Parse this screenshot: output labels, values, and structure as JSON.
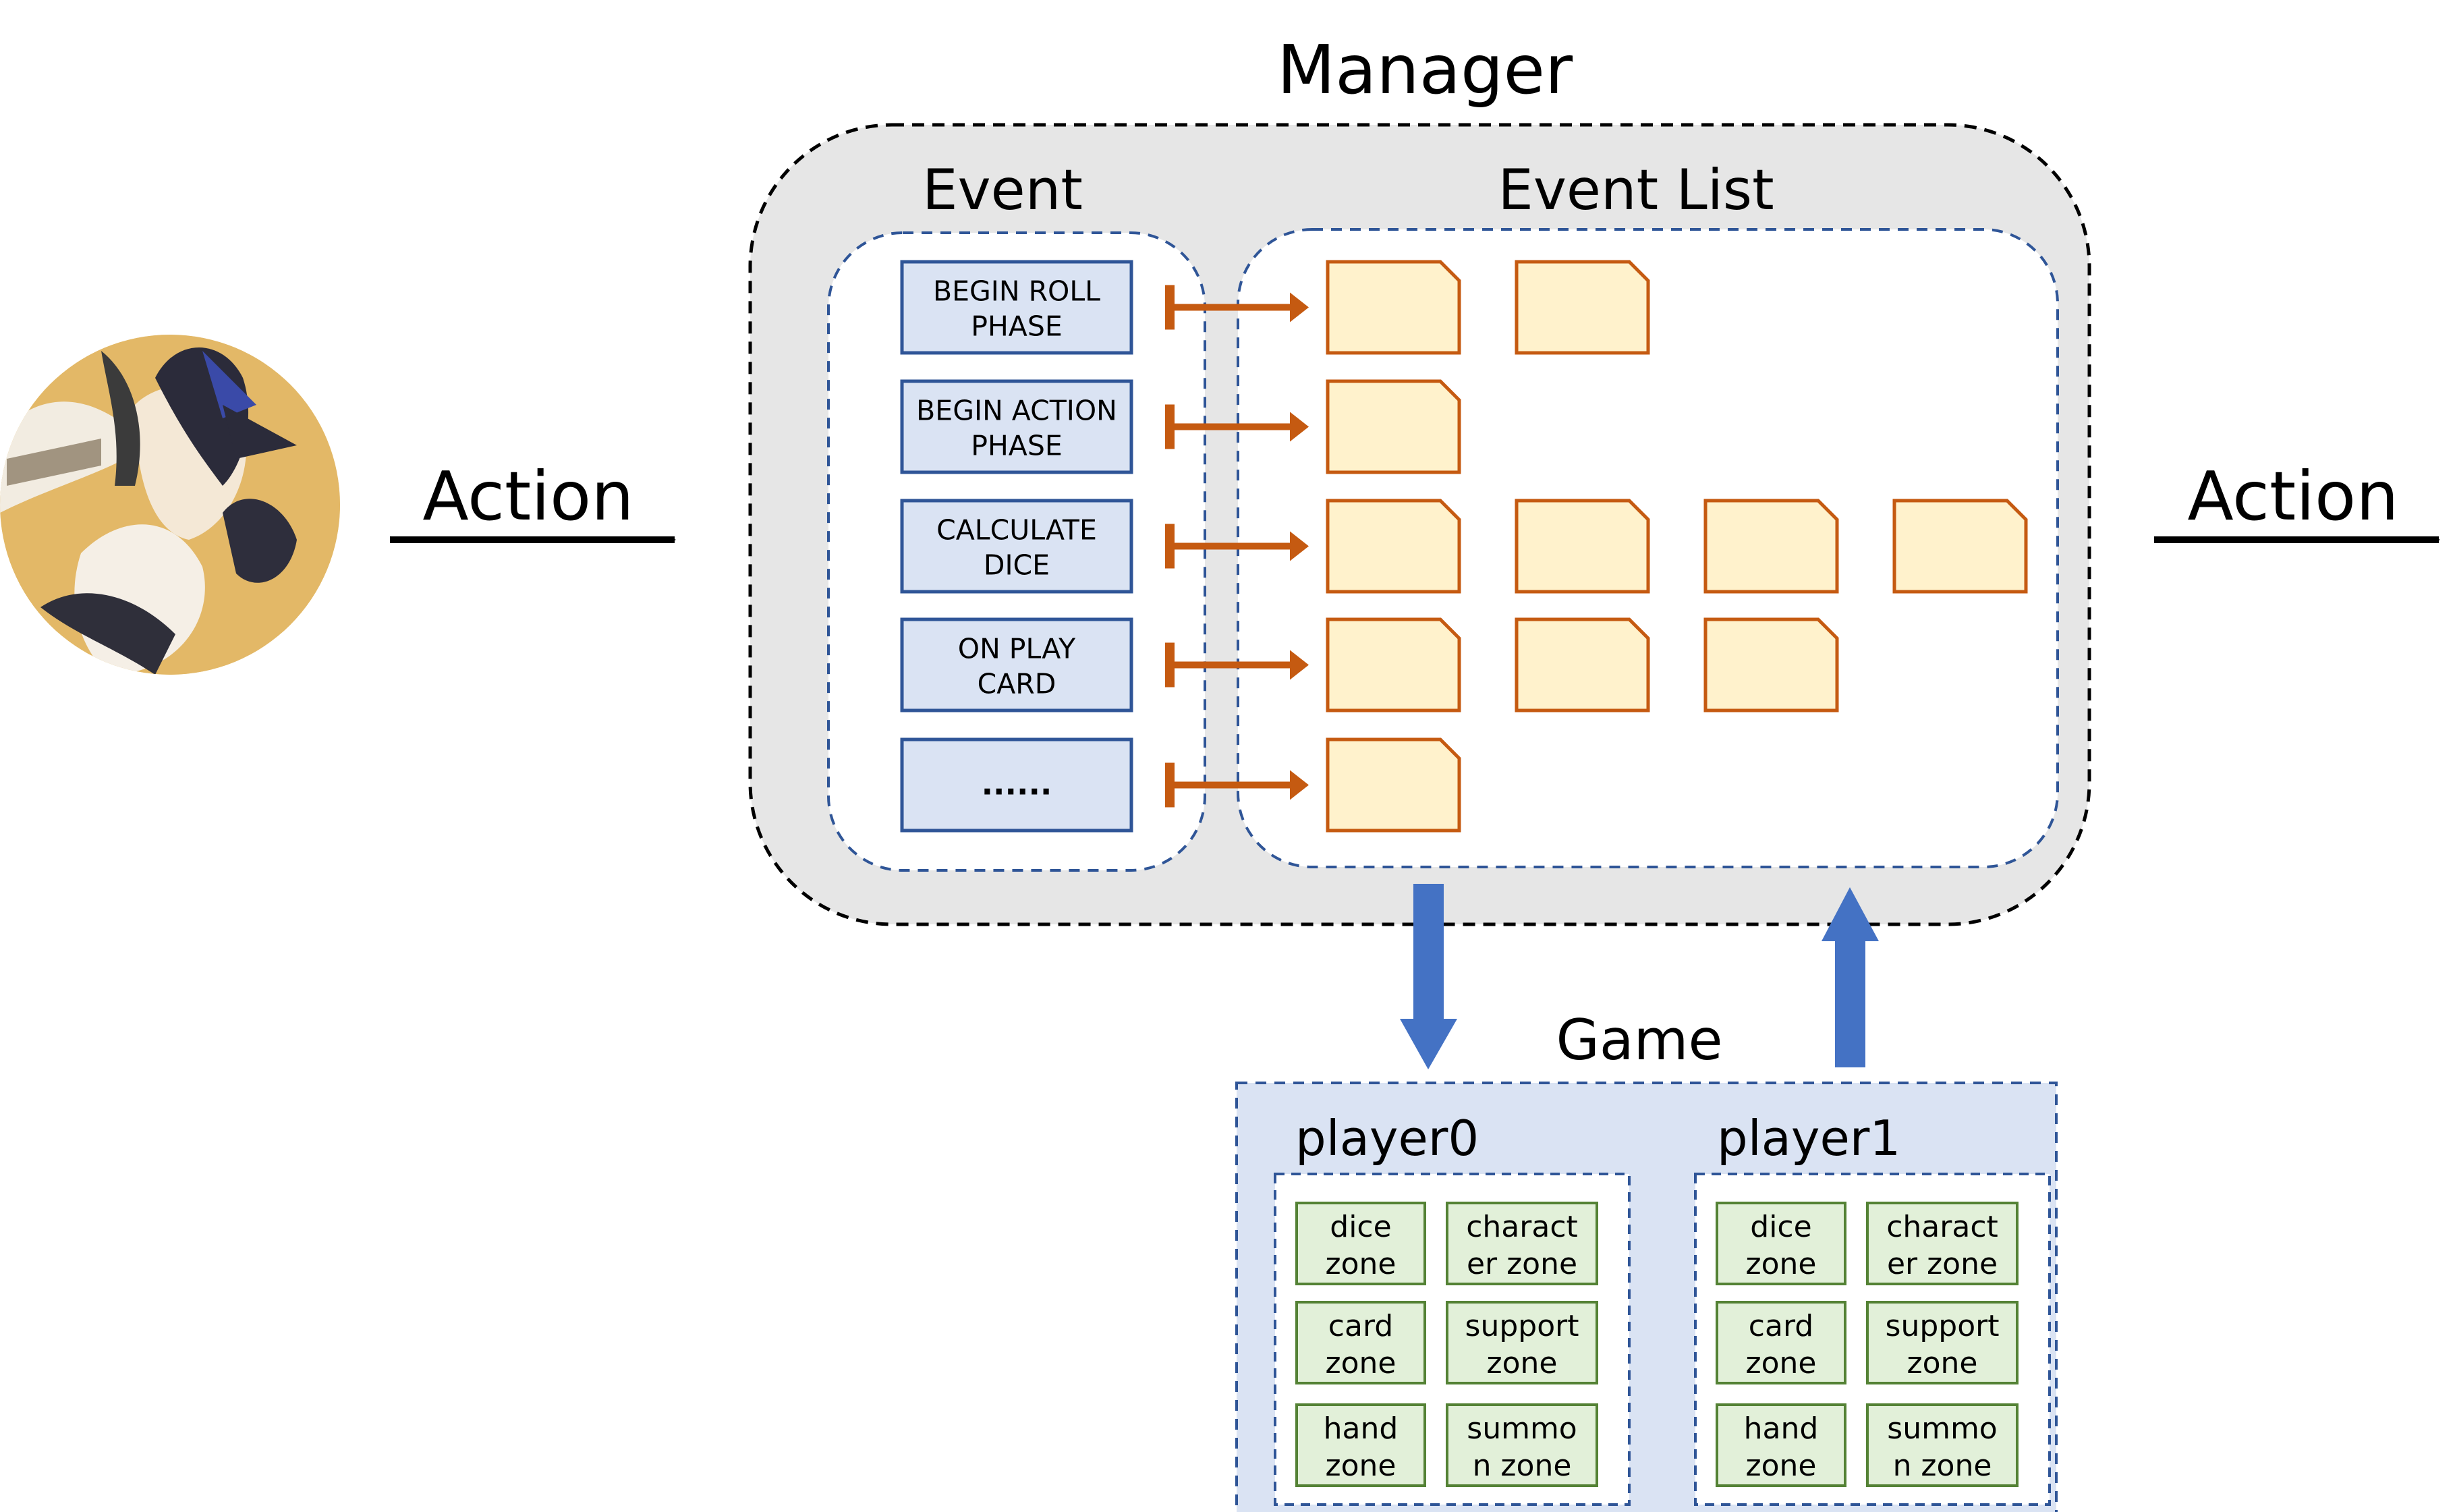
{
  "colors": {
    "manager_fill": "#e6e6e6",
    "event_box_fill": "#dae3f3",
    "event_box_stroke": "#2f5597",
    "inner_dash": "#2f5597",
    "event_item_fill": "#fff2cc",
    "event_item_stroke": "#c55a11",
    "connector": "#c55a11",
    "game_fill": "#dae3f3",
    "zone_fill": "#e2f0d9",
    "zone_stroke": "#548235",
    "blue_arrow": "#4472c4",
    "action_arrow": "#000000"
  },
  "avatar": {
    "icon": "character-portrait-icon"
  },
  "input_action": {
    "label": "Action"
  },
  "output_action": {
    "label": "Action"
  },
  "manager": {
    "title": "Manager",
    "event_title": "Event",
    "event_list_title": "Event List",
    "events": [
      {
        "lines": [
          "BEGIN ROLL",
          "PHASE"
        ],
        "handler_count": 2
      },
      {
        "lines": [
          "BEGIN ACTION",
          "PHASE"
        ],
        "handler_count": 1
      },
      {
        "lines": [
          "CALCULATE",
          "DICE"
        ],
        "handler_count": 4
      },
      {
        "lines": [
          "ON PLAY",
          "CARD"
        ],
        "handler_count": 3
      },
      {
        "lines": [
          "......"
        ],
        "handler_count": 1
      }
    ]
  },
  "game": {
    "title": "Game",
    "players": [
      {
        "name": "player0",
        "zones": [
          [
            "dice",
            "zone"
          ],
          [
            "charact",
            "er zone"
          ],
          [
            "card",
            "zone"
          ],
          [
            "support",
            "zone"
          ],
          [
            "hand",
            "zone"
          ],
          [
            "summo",
            "n zone"
          ]
        ]
      },
      {
        "name": "player1",
        "zones": [
          [
            "dice",
            "zone"
          ],
          [
            "charact",
            "er zone"
          ],
          [
            "card",
            "zone"
          ],
          [
            "support",
            "zone"
          ],
          [
            "hand",
            "zone"
          ],
          [
            "summo",
            "n zone"
          ]
        ]
      }
    ]
  }
}
